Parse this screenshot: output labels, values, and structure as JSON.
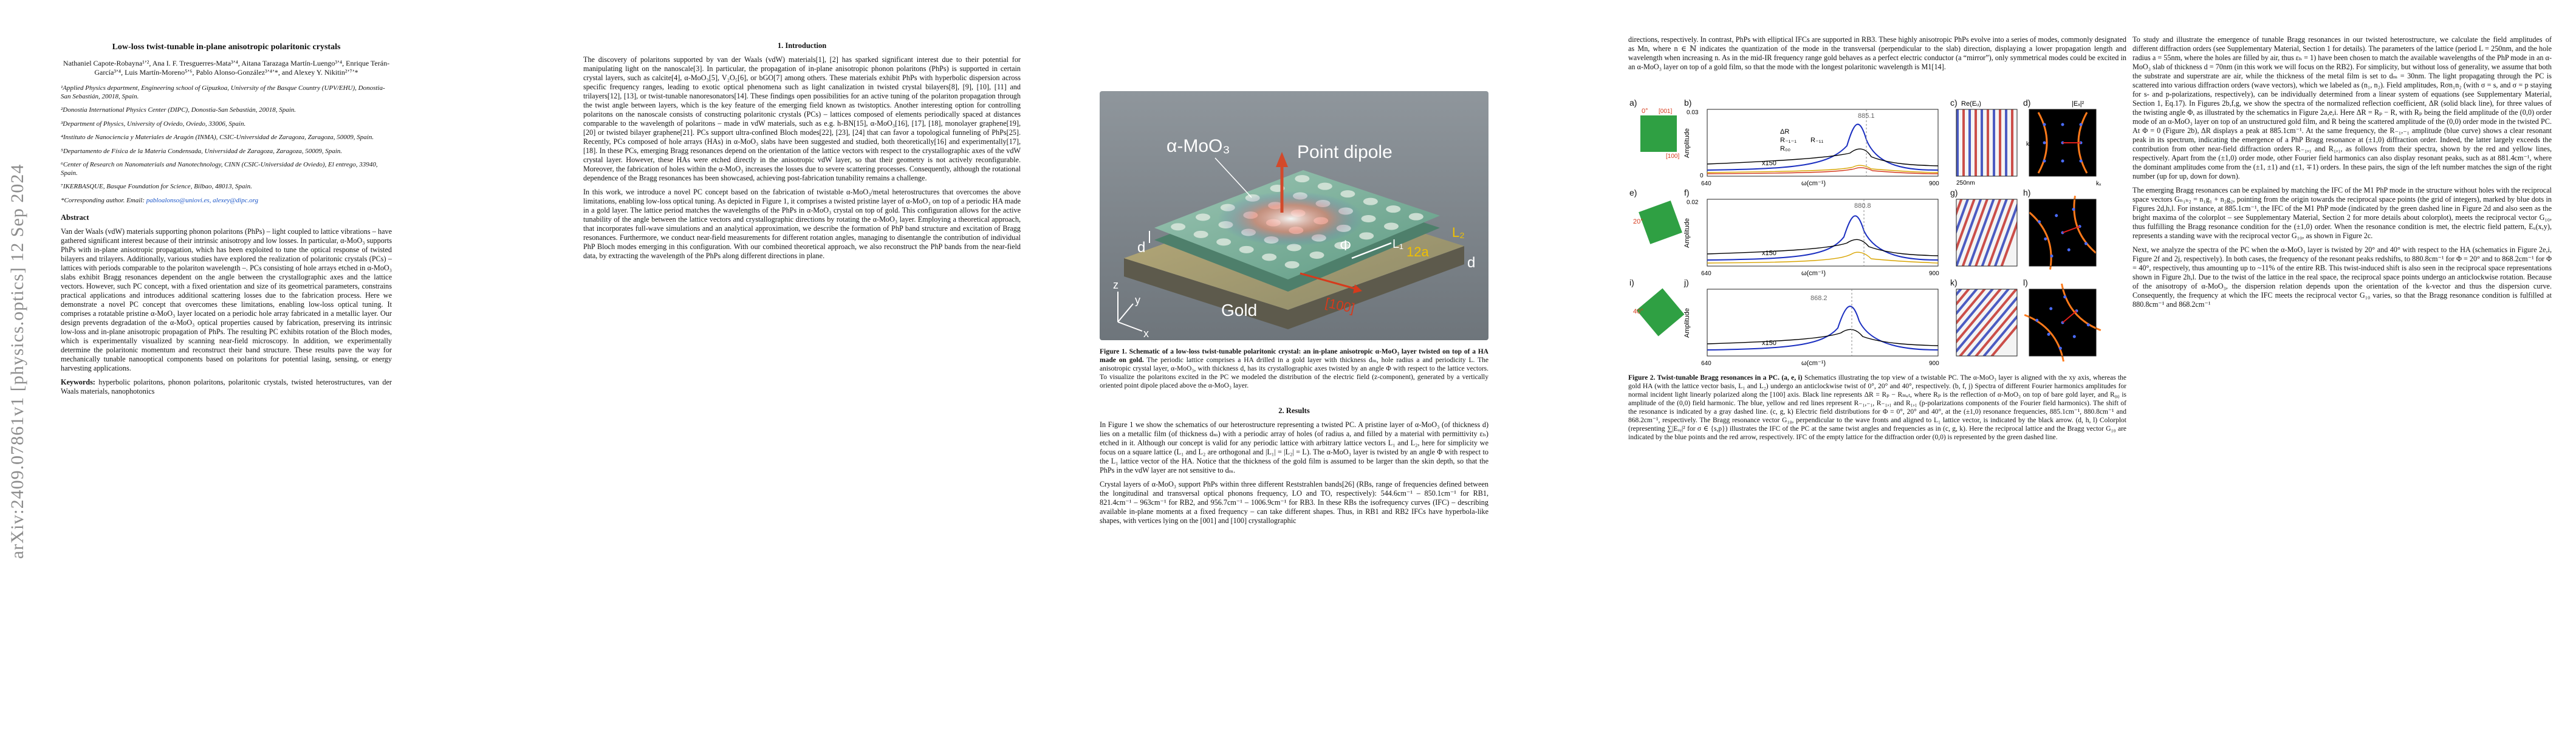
{
  "arxiv_id": "arXiv:2409.07861v1  [physics.optics]  12 Sep 2024",
  "title": "Low-loss twist-tunable in-plane anisotropic polaritonic crystals",
  "authors": "Nathaniel Capote-Robayna¹ʼ², Ana I. F. Tresguerres-Mata³ʼ⁴, Aitana Tarazaga Martín-Luengo³ʼ⁴, Enrique Terán-García³ʼ⁴, Luis Martín-Moreno⁵ʼ⁶, Pablo Alonso-González³ʼ⁴ʼ*, and Alexey Y. Nikitin²ʼ⁷ʼ*",
  "affiliations": [
    "¹Applied Physics department, Engineering school of Gipuzkoa, University of the Basque Country (UPV/EHU), Donostia-San Sebastián, 20018, Spain.",
    "²Donostia International Physics Center (DIPC), Donostia-San Sebastián, 20018, Spain.",
    "³Department of Physics, University of Oviedo, Oviedo, 33006, Spain.",
    "⁴Instituto de Nanociencia y Materiales de Aragón (INMA), CSIC-Universidad de Zaragoza, Zaragoza, 50009, Spain.",
    "⁵Departamento de Física de la Materia Condensada, Universidad de Zaragoza, Zaragoza, 50009, Spain.",
    "⁶Center of Research on Nanomaterials and Nanotechnology, CINN (CSIC-Universidad de Oviedo), El entrego, 33940, Spain.",
    "⁷IKERBASQUE, Basque Foundation for Science, Bilbao, 48013, Spain."
  ],
  "corresponding_label": "*Corresponding author. Email:",
  "corresponding_emails": "pabloalonso@uniovi.es, alexey@dipc.org",
  "abstract_heading": "Abstract",
  "abstract_text": "Van der Waals (vdW) materials supporting phonon polaritons (PhPs) – light coupled to lattice vibrations – have gathered significant interest because of their intrinsic anisotropy and low losses. In particular, α-MoO₃ supports PhPs with in-plane anisotropic propagation, which has been exploited to tune the optical response of twisted bilayers and trilayers. Additionally, various studies have explored the realization of polaritonic crystals (PCs) – lattices with periods comparable to the polariton wavelength –. PCs consisting of hole arrays etched in α-MoO₃ slabs exhibit Bragg resonances dependent on the angle between the crystallographic axes and the lattice vectors. However, such PC concept, with a fixed orientation and size of its geometrical parameters, constrains practical applications and introduces additional scattering losses due to the fabrication process. Here we demonstrate a novel PC concept that overcomes these limitations, enabling low-loss optical tuning. It comprises a rotatable pristine α-MoO₃ layer located on a periodic hole array fabricated in a metallic layer. Our design prevents degradation of the α-MoO₃ optical properties caused by fabrication, preserving its intrinsic low-loss and in-plane anisotropic propagation of PhPs. The resulting PC exhibits rotation of the Bloch modes, which is experimentally visualized by scanning near-field microscopy. In addition, we experimentally determine the polaritonic momentum and reconstruct their band structure. These results pave the way for mechanically tunable nanooptical components based on polaritons for potential lasing, sensing, or energy harvesting applications.",
  "keywords_label": "Keywords:",
  "keywords_text": "hyperbolic polaritons, phonon polaritons, polaritonic crystals, twisted heterostructures, van der Waals materials, nanophotonics",
  "intro_heading": "1.   Introduction",
  "intro_p1": "The discovery of polaritons supported by van der Waals (vdW) materials[1], [2] has sparked significant interest due to their potential for manipulating light on the nanoscale[3]. In particular, the propagation of in-plane anisotropic phonon polaritons (PhPs) is supported in certain crystal layers, such as calcite[4], α-MoO₃[5], V₂O₅[6], or bGO[7] among others. These materials exhibit PhPs with hyperbolic dispersion across specific frequency ranges, leading to exotic optical phenomena such as light canalization in twisted crystal bilayers[8], [9], [10], [11] and trilayers[12], [13], or twist-tunable nanoresonators[14]. These findings open possibilities for an active tuning of the polariton propagation through the twist angle between layers, which is the key feature of the emerging field known as twistoptics. Another interesting option for controlling polaritons on the nanoscale consists of constructing polaritonic crystals (PCs) – lattices composed of elements periodically spaced at distances comparable to the wavelength of polaritons – made in vdW materials, such as e.g. h-BN[15], α-MoO₃[16], [17], [18], monolayer graphene[19], [20] or twisted bilayer graphene[21]. PCs support ultra-confined Bloch modes[22], [23], [24] that can favor a topological funneling of PhPs[25]. Recently, PCs composed of hole arrays (HAs) in α-MoO₃ slabs have been suggested and studied, both theoretically[16] and experimentally[17], [18]. In these PCs, emerging Bragg resonances depend on the orientation of the lattice vectors with respect to the crystallographic axes of the vdW crystal layer. However, these HAs were etched directly in the anisotropic vdW layer, so that their geometry is not actively reconfigurable. Moreover, the fabrication of holes within the α-MoO₃ increases the losses due to severe scattering processes. Consequently, although the rotational dependence of the Bragg resonances has been showcased, achieving post-fabrication tunability remains a challenge.",
  "intro_p2": "In this work, we introduce a novel PC concept based on the fabrication of twistable α-MoO₃/metal heterostructures that overcomes the above limitations, enabling low-loss optical tuning. As depicted in Figure 1, it comprises a twisted pristine layer of α-MoO₃ on top of a periodic HA made in a gold layer. The lattice period matches the wavelengths of the PhPs in α-MoO₃ crystal on top of gold. This configuration allows for the active tunability of the angle between the lattice vectors and crystallographic directions by rotating the α-MoO₃ layer. Employing a theoretical approach, that incorporates full-wave simulations and an analytical approximation, we describe the formation of PhP band structure and excitation of Bragg resonances. Furthermore, we conduct near-field measurements for different rotation angles, managing to disentangle the contribution of individual PhP Bloch modes emerging in this configuration. With our combined theoretical approach, we also reconstruct the PhP bands from the near-field data, by extracting the wavelength of the PhPs along different directions in plane.",
  "fig1_labels": {
    "moo3": "α-MoO₃",
    "dipole": "Point dipole",
    "gold": "Gold",
    "d": "d",
    "phi": "Φ",
    "l1": "L₁",
    "l2a": "L₂",
    "twelve_a": "12a",
    "dm": "d",
    "dir100": "[100]",
    "z": "z",
    "y": "y",
    "x": "x"
  },
  "fig1_caption_bold": "Figure 1. Schematic of a low-loss twist-tunable polaritonic crystal: an in-plane anisotropic α-MoO₃ layer twisted on top of a HA made on gold.",
  "fig1_caption_text": " The periodic lattice comprises a HA drilled in a gold layer with thickness dₘ, hole radius a and periodicity L. The anisotropic crystal layer, α-MoO₃, with thickness d, has its crystallographic axes twisted by an angle Φ with respect to the lattice vectors. To visualize the polaritons excited in the PC we modeled the distribution of the electric field (z-component), generated by a vertically oriented point dipole placed above the α-MoO₃ layer.",
  "results_heading": "2.   Results",
  "results_p1": "In Figure 1 we show the schematics of our heterostructure representing a twisted PC. A pristine layer of α-MoO₃ (of thickness d) lies on a metallic film (of thickness dₘ) with a periodic array of holes (of radius a, and filled by a material with permittivity εₕ) etched in it. Although our concept is valid for any periodic lattice with arbitrary lattice vectors L₁ and L₂, here for simplicity we focus on a square lattice (L₁ and L₂ are orthogonal and |L₁| = |L₂| = L). The α-MoO₃ layer is twisted by an angle Φ with respect to the L₁ lattice vector of the HA. Notice that the thickness of the gold film is assumed to be larger than the skin depth, so that the PhPs in the vdW layer are not sensitive to dₘ.",
  "results_p2": "Crystal layers of α-MoO₃ support PhPs within three different Reststrahlen bands[26] (RBs, range of frequencies defined between the longitudinal and transversal optical phonons frequency, LO and TO, respectively): 544.6cm⁻¹ – 850.1cm⁻¹ for RB1, 821.4cm⁻¹ – 963cm⁻¹ for RB2, and 956.7cm⁻¹ – 1006.9cm⁻¹ for RB3. In these RBs the isofrequency curves (IFC) – describing available in-plane moments at a fixed frequency – can take different shapes. Thus, in RB1 and RB2 IFCs have hyperbola-like shapes, with vertices lying on the [001] and [100] crystallographic",
  "p4_top": "directions, respectively. In contrast, PhPs with elliptical IFCs are supported in RB3. These highly anisotropic PhPs evolve into a series of modes, commonly designated as Mn, where n ∈ ℕ indicates the quantization of the mode in the transversal (perpendicular to the slab) direction, displaying a lower propagation length and wavelength when increasing n. As in the mid-IR frequency range gold behaves as a perfect electric conductor (a “mirror”), only symmetrical modes could be excited in an α-MoO₃ layer on top of a gold film, so that the mode with the longest polaritonic wavelength is M1[14].",
  "fig2_labels": {
    "a": "a)",
    "b": "b)",
    "c": "c)",
    "d": "d)",
    "e": "e)",
    "f": "f)",
    "g": "g)",
    "h": "h)",
    "i": "i)",
    "j": "j)",
    "k": "k)",
    "l": "l)",
    "angle0": "0°",
    "angle20": "20°",
    "angle40": "40°",
    "dir001": "[001]",
    "dir100": "[100]",
    "amplitude": "Amplitude",
    "omega": "ω(cm⁻¹)",
    "x150": "x150",
    "dR": "ΔR",
    "r_pp": "R₋₁₋₁",
    "r_pm": "R₋₁₁",
    "r_0": "R₀₀",
    "peak1": "885.1",
    "peak2": "880.8",
    "peak3": "868.2",
    "tick640": "640",
    "tick900": "900",
    "tick003": "0.03",
    "tick002": "0.02",
    "tick0": "0",
    "re_ez": "Re(Eᵤ)",
    "ky_label": "kᵧ",
    "kx_label": "kₓ",
    "scale": "250nm",
    "e2": "|Eₓ|²"
  },
  "fig2_caption_bold": "Figure 2. Twist-tunable Bragg resonances in a PC. (a, e, i)",
  "fig2_caption_text": " Schematics illustrating the top view of a twistable PC. The α-MoO₃ layer is aligned with the xy axis, whereas the gold HA (with the lattice vector basis, L₁ and L₂) undergo an anticlockwise twist of 0°, 20° and 40°, respectively. (b, f, j) Spectra of different Fourier harmonics amplitudes for normal incident light linearly polarized along the [100] axis. Black line represents ΔR = Rₚ − Rₘₑₜ, where Rₚ is the reflection of α-MoO₃ on top of bare gold layer, and R₀₀ is amplitude of the (0,0) field harmonic. The blue, yellow and red lines represent R₋₁,₋₁, R₋₁,₁ and R₁,₁ (p-polarizations components of the Fourier field harmonics). The shift of the resonance is indicated by a gray dashed line. (c, g, k) Electric field distributions for Φ = 0°, 20° and 40°, at the (±1,0) resonance frequencies, 885.1cm⁻¹, 880.8cm⁻¹ and 868.2cm⁻¹, respectively. The Bragg resonance vector G₁₀, perpendicular to the wave fronts and aligned to L₁ lattice vector, is indicated by the black arrow. (d, h, l) Colorplot (representing ∑|Eₓᵧ|² for σ ∈ {s,p}) illustrates the IFC of the PC at the same twist angles and frequencies as in (c, g, k). Here the reciprocal lattice and the Bragg vector G₁₀ are indicated by the blue points and the red arrow, respectively. IFC of the empty lattice for the diffraction order (0,0) is represented by the green dashed line.",
  "p5_p1": "To study and illustrate the emergence of tunable Bragg resonances in our twisted heterostructure, we calculate the field amplitudes of different diffraction orders (see Supplementary Material, Section 1 for details). The parameters of the lattice (period L = 250nm, and the hole radius a = 55nm, where the holes are filled by air, thus εₕ = 1) have been chosen to match the available wavelengths of the PhP mode in an α-MoO₃ slab of thickness d = 70nm (in this work we will focus on the RB2). For simplicity, but without loss of generality, we assume that both the substrate and superstrate are air, while the thickness of the metal film is set to dₘ = 30nm. The light propagating through the PC is scattered into various diffraction orders (wave vectors), which we labeled as (n₁, n₂). Field amplitudes, Rσn₁n₂ (with σ = s, and σ = p staying for s- and p-polarizations, respectively), can be individually determined from a linear system of equations (see Supplementary Material, Section 1, Eq.17). In Figures 2b,f,g, we show the spectra of the normalized reflection coefficient, ΔR (solid black line), for three values of the twisting angle Φ, as illustrated by the schematics in Figure 2a,e,i. Here ΔR = Rₚ − R, with Rₚ being the field amplitude of the (0,0) order mode of an α-MoO₃ layer on top of an unstructured gold film, and R being the scattered amplitude of the (0,0) order mode in the twisted PC. At Φ = 0 (Figure 2b), ΔR displays a peak at 885.1cm⁻¹. At the same frequency, the R₋₁,₋₁ amplitude (blue curve) shows a clear resonant peak in its spectrum, indicating the emergence of a PhP Bragg resonance at (±1,0) diffraction order. Indeed, the latter largely exceeds the contribution from other near-field diffraction orders R₋₁,₁ and R₁,₁, as follows from their spectra, shown by the red and yellow lines, respectively. Apart from the (±1,0) order mode, other Fourier field harmonics can also display resonant peaks, such as at 881.4cm⁻¹, where the dominant amplitudes come from the (±1, ±1) and (±1, ∓1) orders. In these pairs, the sign of the left number matches the sign of the right number (up for up, down for down).",
  "p5_p2": "The emerging Bragg resonances can be explained by matching the IFC of the M1 PhP mode in the structure without holes with the reciprocal space vectors Gₙ₁ₙ₂ = n₁g₁ + n₂g₂, pointing from the origin towards the reciprocal space points (the grid of integers), marked by blue dots in Figures 2d,h,l. For instance, at 885.1cm⁻¹, the IFC of the M1 PhP mode (indicated by the green dashed line in Figure 2d and also seen as the bright maxima of the colorplot – see Supplementary Material, Section 2 for more details about colorplot), meets the reciprocal vector G₁₀, thus fulfilling the Bragg resonance condition for the (±1,0) order. When the resonance condition is met, the electric field pattern, Eᵤ(x,y), represents a standing wave with the reciprocal vector G₁₀, as shown in Figure 2c.",
  "p5_p3": "Next, we analyze the spectra of the PC when the α-MoO₃ layer is twisted by 20° and 40° with respect to the HA (schematics in Figure 2e,i, Figure 2f and 2j, respectively). In both cases, the frequency of the resonant peaks redshifts, to 880.8cm⁻¹ for Φ = 20° and to 868.2cm⁻¹ for Φ = 40°, respectively, thus amounting up to ~11% of the entire RB. This twist-induced shift is also seen in the reciprocal space representations shown in Figure 2h,l. Due to the twist of the lattice in the real space, the reciprocal space points undergo an anticlockwise rotation. Because of the anisotropy of α-MoO₃, the dispersion relation depends upon the orientation of the k-vector and thus the dispersion curve. Consequently, the frequency at which the IFC meets the reciprocal vector G₁₀ varies, so that the Bragg resonance condition is fulfilled at 880.8cm⁻¹ and 868.2cm⁻¹",
  "colors": {
    "gold_top": "#c9b36a",
    "moo3": "#5f9c83",
    "hole": "#dfe7df",
    "blue": "#2346c8",
    "red": "#d63a1c",
    "yellow": "#d8a400",
    "green_sq": "#2fa043",
    "dipole_arrow": "#d3492a"
  }
}
